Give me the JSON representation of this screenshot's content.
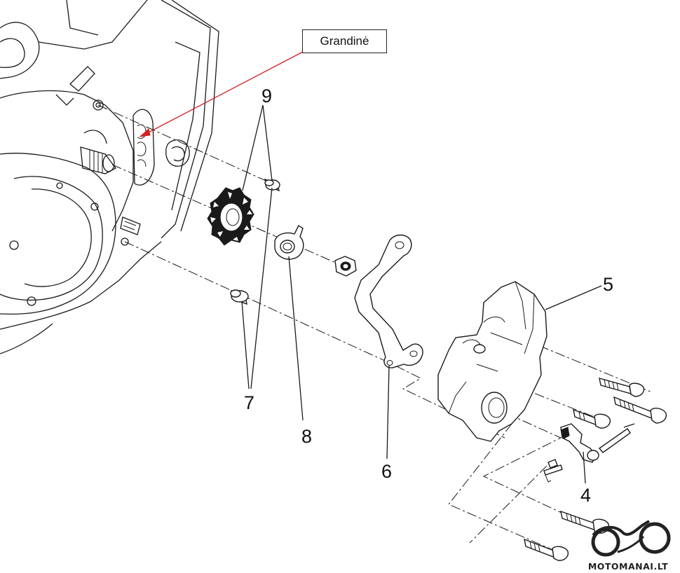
{
  "callout_label": "Grandinė",
  "part_numbers": {
    "n9": "9",
    "n5": "5",
    "n7": "7",
    "n8": "8",
    "n6": "6",
    "n4": "4"
  },
  "watermark": "MOTOMANAI.LT",
  "colors": {
    "pointer": "#d42020",
    "linework": "#1a1a1a"
  }
}
